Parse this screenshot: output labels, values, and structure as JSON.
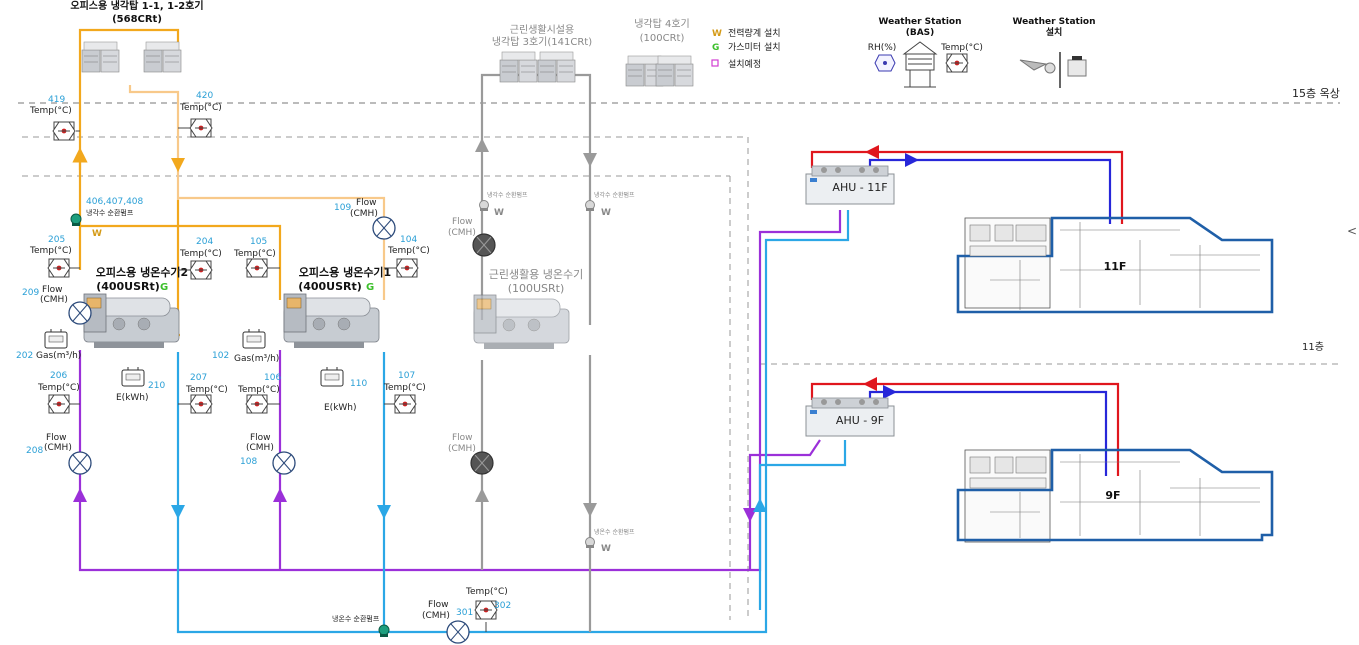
{
  "roof_label": "15층 옥상",
  "floor11_label": "11층",
  "tower_main": {
    "line1": "오피스용 냉각탑 1-1, 1-2호기",
    "line2": "(568CRt)"
  },
  "tower3": {
    "line1": "근린생활시설용",
    "line2": "냉각탑 3호기(141CRt)"
  },
  "tower4": {
    "line1": "냉각탑 4호기",
    "line2": "(100CRt)"
  },
  "legend": {
    "w_mark": "W",
    "w_text": "전력량계 설치",
    "g_mark": "G",
    "g_text": "가스미터 설치",
    "planned_text": "설치예정"
  },
  "ws_bas": {
    "line1": "Weather Station",
    "line2": "(BAS)",
    "rh": "RH(%)",
    "temp": "Temp(°C)"
  },
  "ws_new": {
    "line1": "Weather Station",
    "line2": "설치"
  },
  "chiller2": {
    "line1": "오피스용 냉온수기2",
    "line2": "(400USRt)",
    "g": "G"
  },
  "chiller1": {
    "line1": "오피스용 냉온수기1",
    "line2": "(400USRt)",
    "g": "G"
  },
  "chiller3": {
    "line1": "근린생활용 냉온수기",
    "line2": "(100USRt)"
  },
  "ahu11": "AHU - 11F",
  "ahu9": "AHU - 9F",
  "floor11": "11F",
  "floor9": "9F",
  "labels": {
    "temp": "Temp(°C)",
    "flow": "Flow",
    "cmh": "(CMH)",
    "gas": "Gas(m³/h)",
    "ekwh": "E(kWh)",
    "w": "W",
    "cool_pump": "냉각수 순환펌프",
    "cold_pump": "냉온수 순환펌프"
  },
  "ids": {
    "s419": "419",
    "s420": "420",
    "s406": "406,407,408",
    "s205": "205",
    "s204": "204",
    "s105": "105",
    "s109": "109",
    "s104": "104",
    "s209": "209",
    "s202": "202",
    "s210": "210",
    "s102": "102",
    "s110": "110",
    "s206": "206",
    "s207": "207",
    "s106": "106",
    "s107": "107",
    "s208": "208",
    "s108": "108",
    "s301": "301",
    "s302": "302"
  },
  "colors": {
    "cooling_supply": "#f2a81d",
    "cooling_return": "#f8c98a",
    "hot_return": "#9b30d9",
    "cold_supply": "#2ba7e6",
    "gray": "#9a9a9a",
    "ahu_red": "#e0161d",
    "ahu_blue": "#2727d9",
    "floor_outline": "#1f5fa8",
    "id_blue": "#2a9fd6",
    "gas_green": "#3bbf2a"
  }
}
